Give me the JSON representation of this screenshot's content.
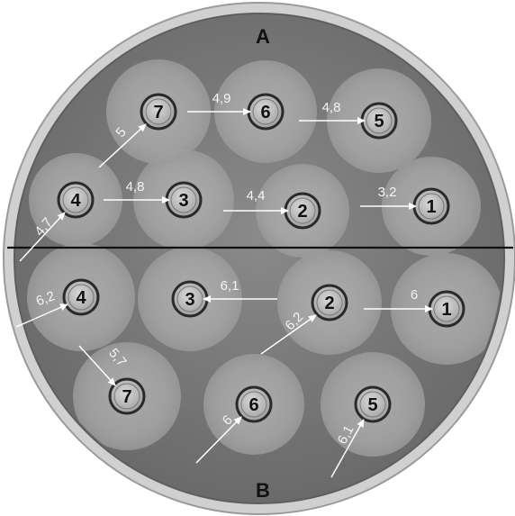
{
  "figure": {
    "half_a_label": "A",
    "half_b_label": "B",
    "half_a": {
      "disks": [
        {
          "number": "1",
          "measurement": "3,2"
        },
        {
          "number": "2",
          "measurement": "4,4"
        },
        {
          "number": "3",
          "measurement": "4,8"
        },
        {
          "number": "4",
          "measurement": "4,7"
        },
        {
          "number": "5",
          "measurement": "4,8"
        },
        {
          "number": "6",
          "measurement": "4,9"
        },
        {
          "number": "7",
          "measurement": "5"
        }
      ]
    },
    "half_b": {
      "disks": [
        {
          "number": "1",
          "measurement": "6"
        },
        {
          "number": "2",
          "measurement": "6,2"
        },
        {
          "number": "3",
          "measurement": "6,1"
        },
        {
          "number": "4",
          "measurement": "6,2"
        },
        {
          "number": "5",
          "measurement": "6,1"
        },
        {
          "number": "6",
          "measurement": "6"
        },
        {
          "number": "7",
          "measurement": "5,7"
        }
      ]
    },
    "colors": {
      "plate_rim": "#b8b8b8",
      "agar": "#7b7b7b",
      "inhibition_zone": "#a9a9a9",
      "disk_fill": "#c8c8c8",
      "disk_ring": "#333333",
      "divider": "#111111",
      "arrow": "#ffffff"
    }
  }
}
